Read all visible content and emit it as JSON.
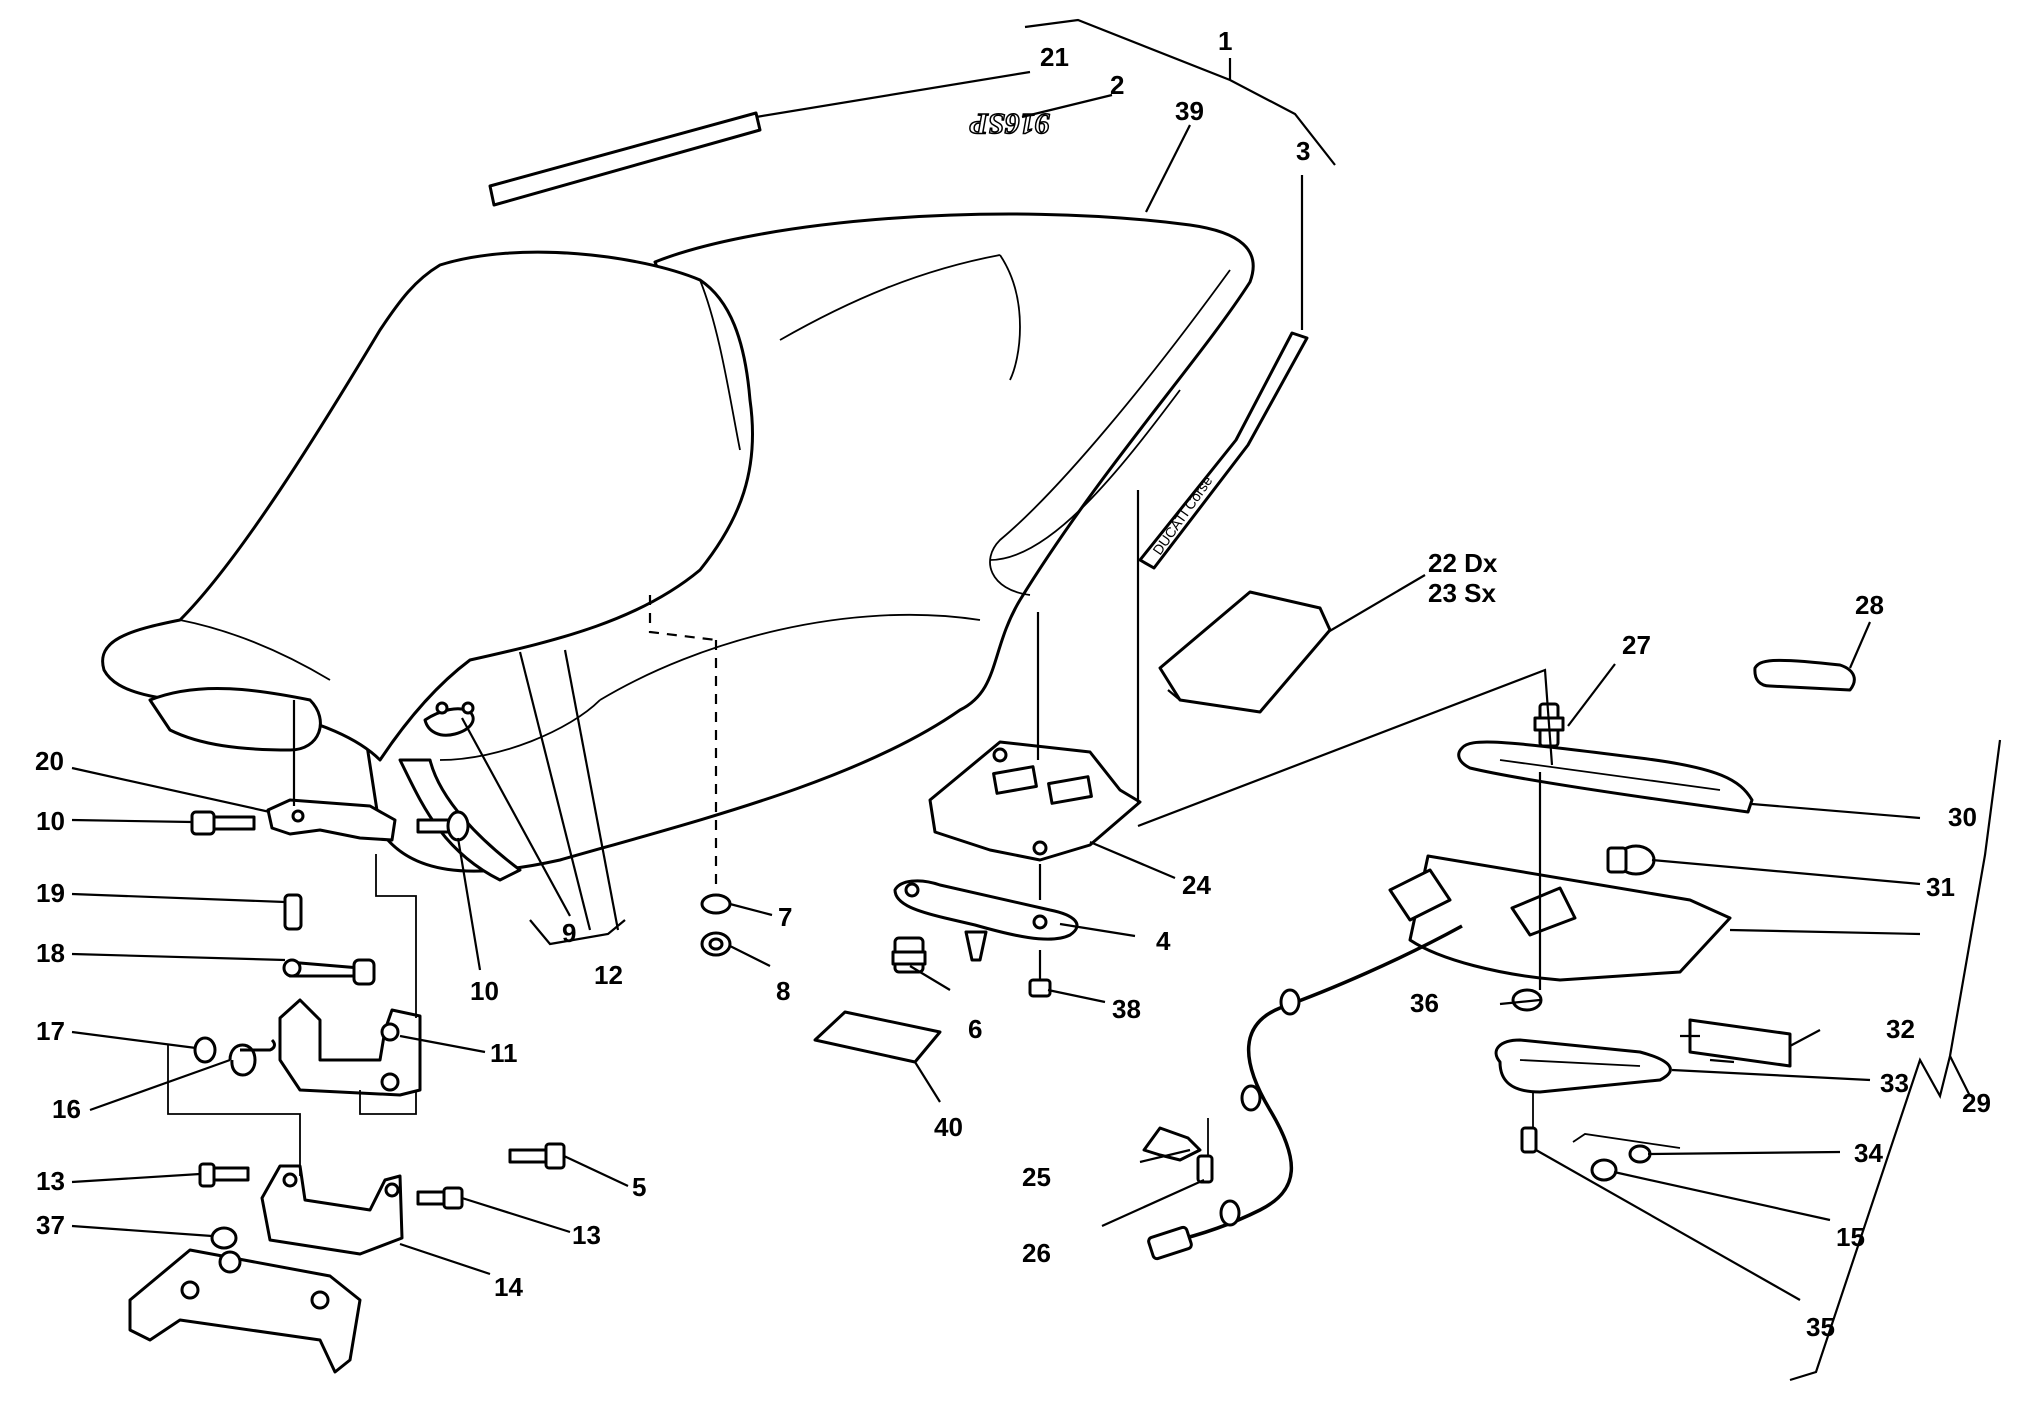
{
  "labels": {
    "p1": "1",
    "p2": "2",
    "p3": "3",
    "p4": "4",
    "p5": "5",
    "p6": "6",
    "p7": "7",
    "p8": "8",
    "p9": "9",
    "p10a": "10",
    "p10b": "10",
    "p11": "11",
    "p12": "12",
    "p13a": "13",
    "p13b": "13",
    "p14": "14",
    "p15": "15",
    "p16": "16",
    "p17": "17",
    "p18": "18",
    "p19": "19",
    "p20": "20",
    "p21": "21",
    "p22": "22 Dx",
    "p23": "23 Sx",
    "p24": "24",
    "p25": "25",
    "p26": "26",
    "p27": "27",
    "p28": "28",
    "p29": "29",
    "p30": "30",
    "p31": "31",
    "p32": "32",
    "p33": "33",
    "p34": "34",
    "p35": "35",
    "p36": "36",
    "p37": "37",
    "p38": "38",
    "p39": "39",
    "p40": "40"
  },
  "decal_text": {
    "model_logo": "916SP",
    "strip_text": "DUCATI Corse"
  }
}
